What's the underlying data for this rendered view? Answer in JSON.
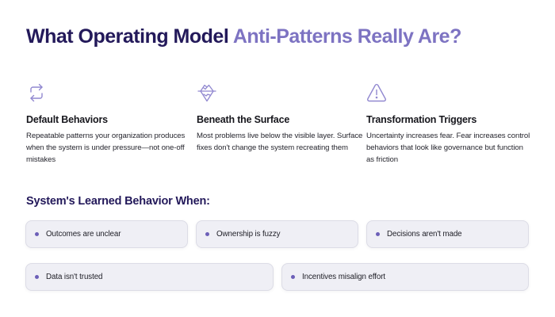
{
  "header": {
    "title_part1": "What Operating Model",
    "title_part2": "Anti-Patterns Really Are?"
  },
  "features": [
    {
      "icon": "repeat-arrows-icon",
      "title": "Default Behaviors",
      "description": "Repeatable patterns your organization produces when the system is under pressure—not one-off mistakes"
    },
    {
      "icon": "iceberg-icon",
      "title": "Beneath the Surface",
      "description": "Most problems live below the visible layer. Surface fixes don't change the system recreating them"
    },
    {
      "icon": "warning-triangle-icon",
      "title": "Transformation Triggers",
      "description": "Uncertainty increases fear. Fear increases control behaviors that look like governance but function as friction"
    }
  ],
  "learned_behavior": {
    "heading": "System's Learned Behavior When:",
    "items": [
      {
        "label": "Outcomes are unclear"
      },
      {
        "label": "Ownership is fuzzy"
      },
      {
        "label": "Decisions aren't made"
      },
      {
        "label": "Data isn't trusted"
      },
      {
        "label": "Incentives misalign effort"
      }
    ]
  },
  "colors": {
    "title_dark": "#23195a",
    "title_accent": "#7d73c2",
    "icon_stroke": "#9188d0",
    "bullet": "#6c5fb8",
    "card_bg": "#efeff5"
  }
}
